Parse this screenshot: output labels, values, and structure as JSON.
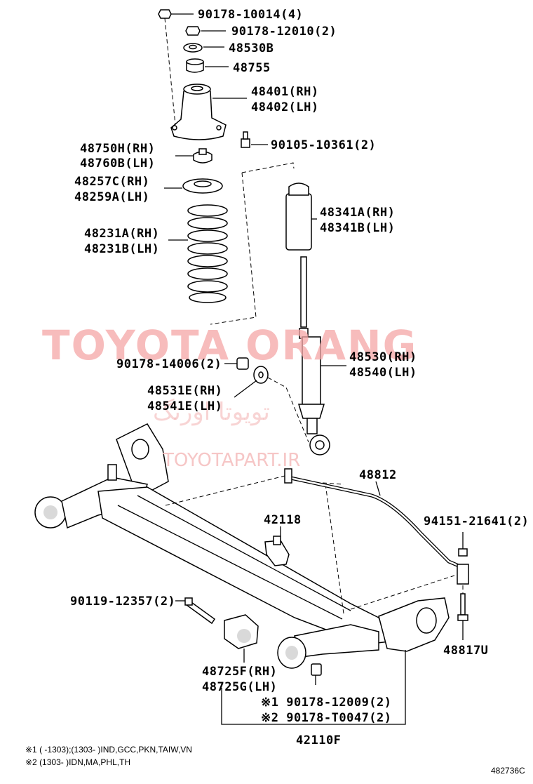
{
  "watermarks": {
    "main": "TOYOTA ORANG",
    "site": "TOYOTAPART.IR",
    "persian": "تویوتا اورنگ"
  },
  "labels": {
    "nut_90178_10014": "90178-10014(4)",
    "nut_90178_12010": "90178-12010(2)",
    "p48530b": "48530B",
    "p48755": "48755",
    "support_rh": "48401(RH)",
    "support_lh": "48402(LH)",
    "bolt_90105": "90105-10361(2)",
    "bumper_rh": "48750H(RH)",
    "bumper_lh": "48760B(LH)",
    "insulator_rh": "48257C(RH)",
    "insulator_lh": "48259A(LH)",
    "spring_rh": "48231A(RH)",
    "spring_lh": "48231B(LH)",
    "cover_rh": "48341A(RH)",
    "cover_lh": "48341B(LH)",
    "nut_90178_14006": "90178-14006(2)",
    "absorber_rh": "48530(RH)",
    "absorber_lh": "48540(LH)",
    "washer_rh": "48531E(RH)",
    "washer_lh": "48541E(LH)",
    "stabilizer": "48812",
    "p42118": "42118",
    "bolt_94151": "94151-21641(2)",
    "bolt_90119": "90119-12357(2)",
    "link": "48817U",
    "bush_rh": "48725F(RH)",
    "bush_lh": "48725G(LH)",
    "nut_mark1": "※1 90178-12009(2)",
    "nut_mark2": "※2 90178-T0047(2)",
    "beam": "42110F"
  },
  "notes": {
    "note1": "※1 (       -1303);(1303-        )IND,GCC,PKN,TAIW,VN",
    "note2": "※2 (1303-        )IDN,MA,PHL,TH"
  },
  "figure_code": "482736C"
}
